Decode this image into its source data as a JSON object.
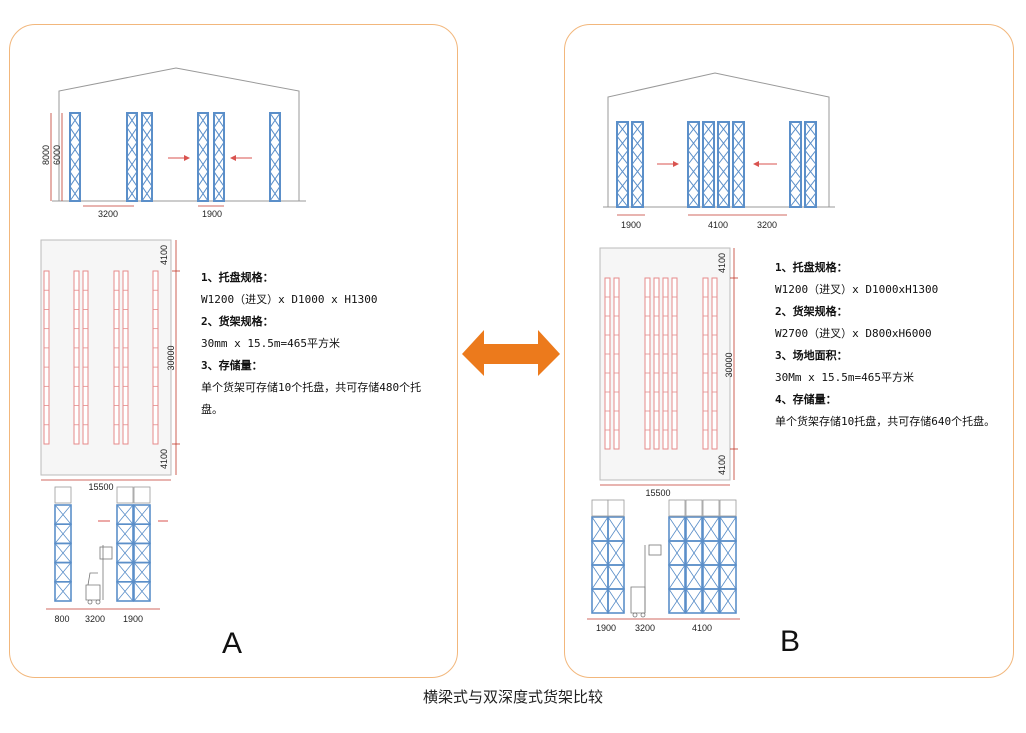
{
  "caption": "横梁式与双深度式货架比较",
  "panel_a": {
    "letter": "A",
    "elevation_labels": {
      "height_outer": "8000",
      "height_inner": "6000",
      "aisle": "3200",
      "rack_depth": "1900"
    },
    "plan_labels": {
      "end_top": "4100",
      "length": "30000",
      "end_bottom": "4100",
      "width": "15500"
    },
    "side_labels": {
      "left": "800",
      "aisle": "3200",
      "rack": "1900"
    },
    "specs": [
      {
        "heading": "1、托盘规格：",
        "text": "W1200（进叉）x D1000 x H1300"
      },
      {
        "heading": "2、货架规格：",
        "text": "30mm x 15.5m=465平方米"
      },
      {
        "heading": "3、存储量：",
        "text": "单个货架可存储10个托盘，共可存储480个托盘。"
      }
    ]
  },
  "panel_b": {
    "letter": "B",
    "elevation_labels": {
      "single_rack": "1900",
      "double_rack": "4100",
      "aisle": "3200"
    },
    "plan_labels": {
      "end_top": "4100",
      "length": "30000",
      "end_bottom": "4100",
      "width": "15500"
    },
    "side_labels": {
      "single_rack": "1900",
      "aisle": "3200",
      "double_rack": "4100"
    },
    "specs": [
      {
        "heading": "1、托盘规格：",
        "text": "W1200（进叉）x D1000xH1300"
      },
      {
        "heading": "2、货架规格：",
        "text": "W2700（进叉）x D800xH6000"
      },
      {
        "heading": "3、场地面积：",
        "text": "30Mm x 15.5m=465平方米"
      },
      {
        "heading": "4、存储量：",
        "text": "单个货架存储10托盘，共可存储640个托盘。"
      }
    ]
  },
  "colors": {
    "rack": "#5b8fc9",
    "plan_rack": "#e58a8a",
    "arrow": "#ec7a1c",
    "frame": "#f2b77c",
    "dim": "#c0392b"
  }
}
